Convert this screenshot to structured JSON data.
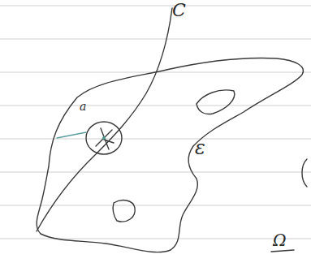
{
  "diagram": {
    "labels": [
      "C",
      "a",
      "ε",
      "Ω"
    ]
  }
}
